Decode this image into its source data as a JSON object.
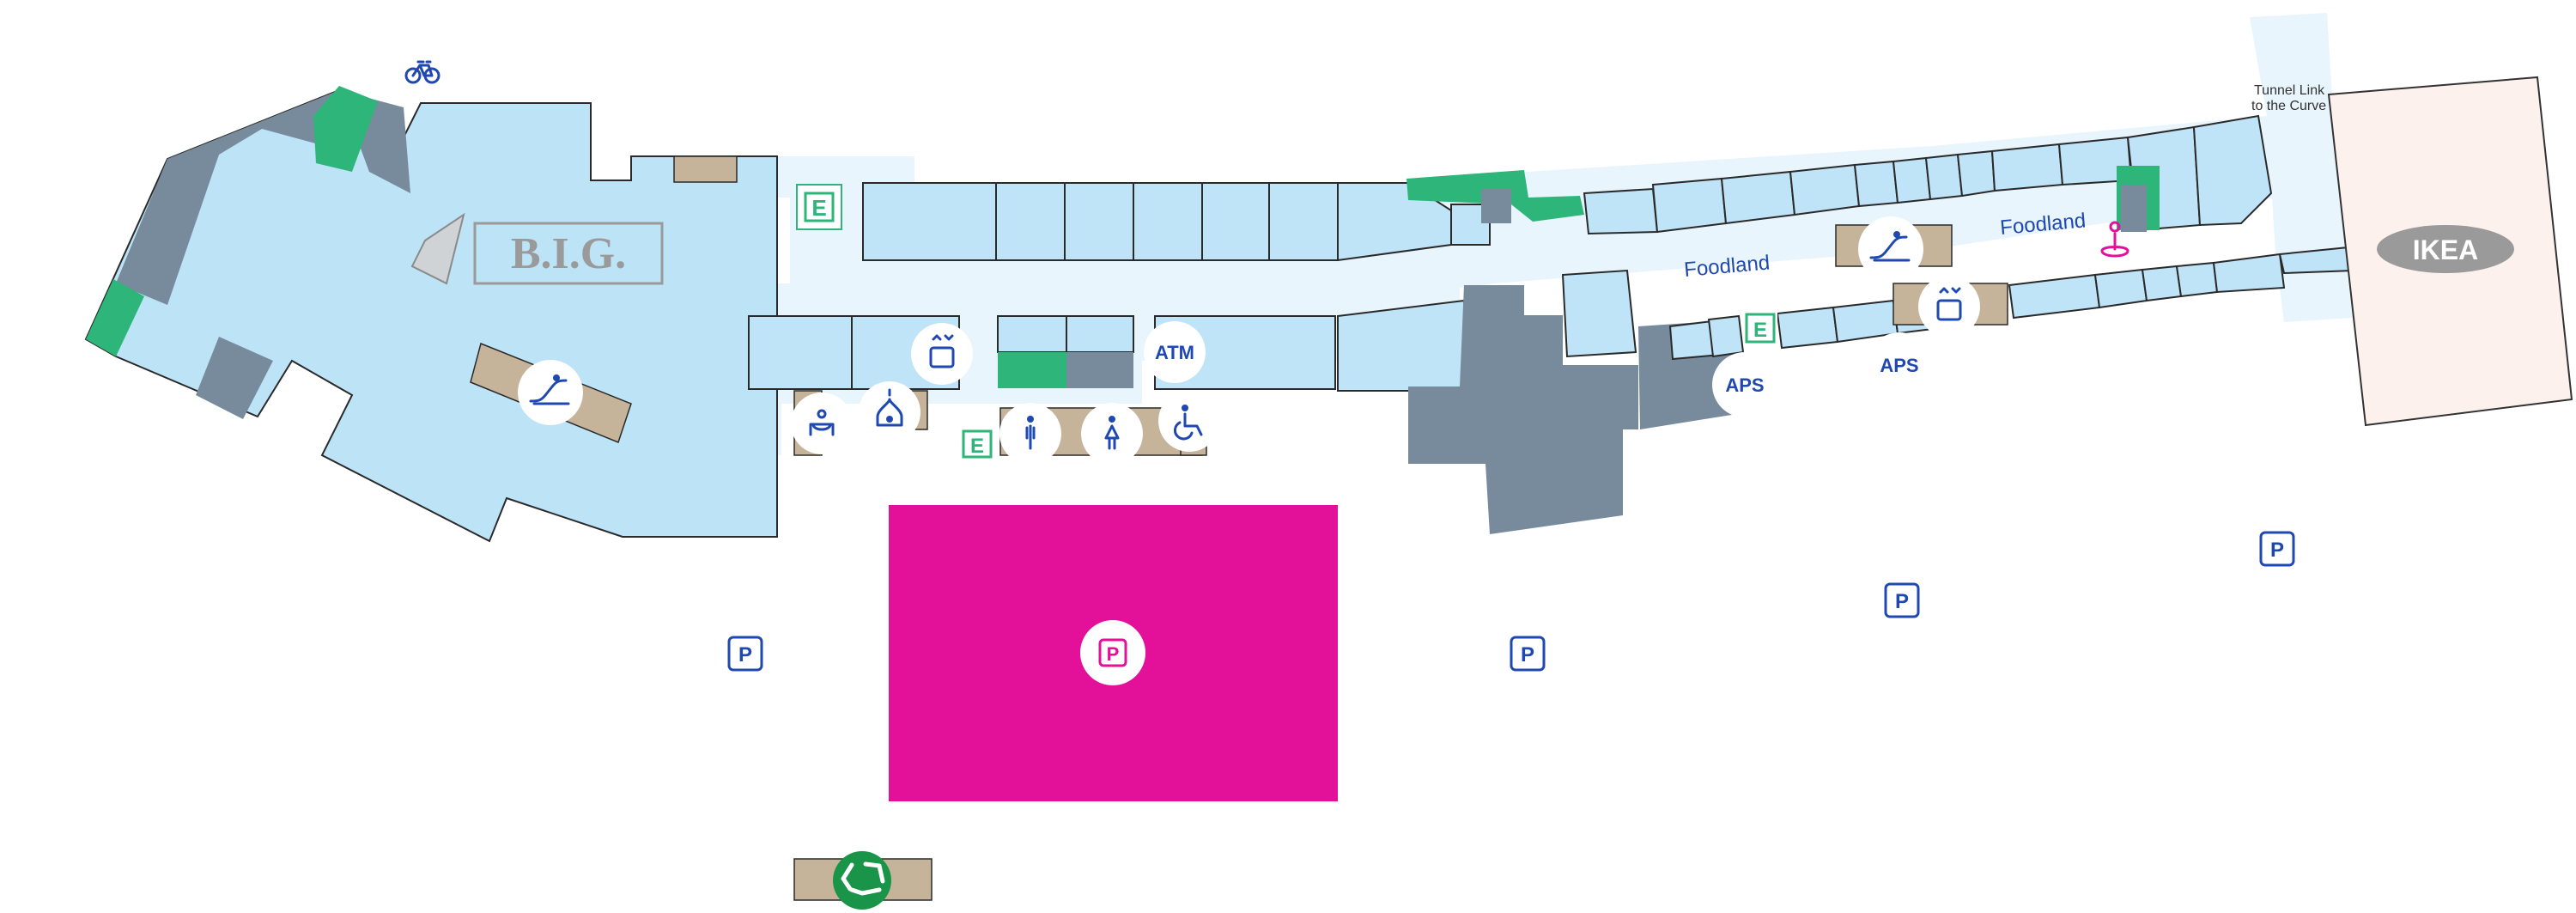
{
  "labels": {
    "tunnel_line1": "Tunnel Link",
    "tunnel_line2": "to the Curve",
    "foodland_west": "Foodland",
    "foodland_east": "Foodland",
    "atm": "ATM",
    "aps_west": "APS",
    "aps_east": "APS",
    "exit_letter": "E",
    "parking_letter": "P",
    "big_logo": "B.I.G.",
    "ikea_logo": "IKEA"
  },
  "colors": {
    "store": "#bfe3f7",
    "corridor": "#e8f5fc",
    "service": "#778b9c",
    "escalator_block": "#c5b49a",
    "green": "#2db57a",
    "parking_zone": "#e3119a",
    "ikea_zone": "#fdf1ee",
    "icon_blue": "#1f48b0",
    "recycle": "#1a9448"
  },
  "icons": [
    "bicycle-icon",
    "escalator-icon",
    "elevator-icon",
    "atm-icon",
    "exit-icon",
    "parking-icon",
    "toilet-male-icon",
    "toilet-female-icon",
    "wheelchair-icon",
    "baby-care-icon",
    "prayer-room-icon",
    "info-person-icon",
    "recycle-icon"
  ]
}
